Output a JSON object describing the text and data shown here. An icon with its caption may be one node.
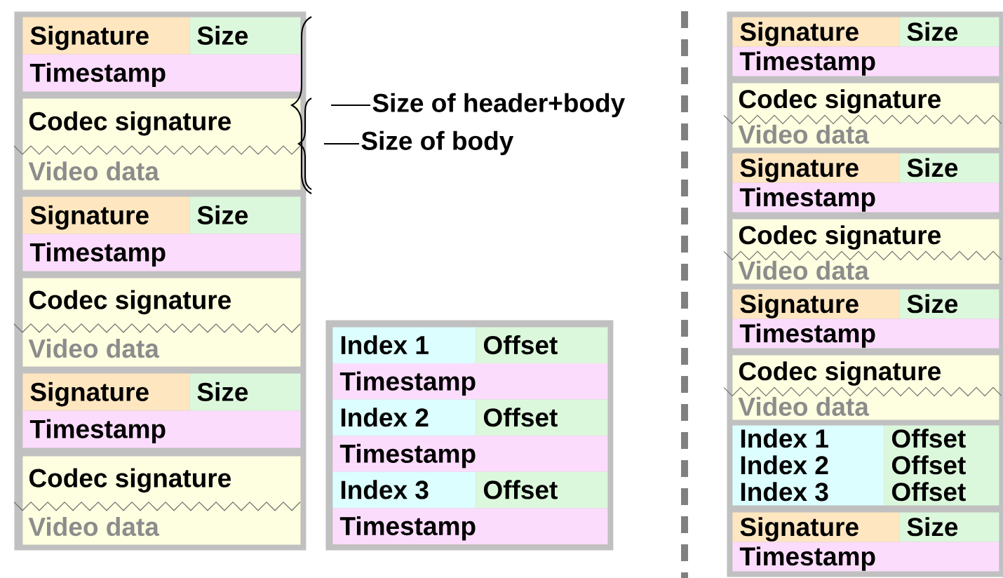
{
  "diagram": {
    "nodes": [
      {
        "text": [],
        "shape": "box"
      },
      {
        "text": [
          "Signature"
        ],
        "in": 0
      },
      {
        "text": [
          "Size"
        ],
        "in": 0
      },
      {
        "text": [
          "Timestamp"
        ],
        "in": 0
      },
      {
        "text": [
          "Codec signature",
          "Video data"
        ],
        "in": 0
      },
      {
        "text": [
          "Signature"
        ],
        "in": 0
      },
      {
        "text": [
          "Size"
        ],
        "in": 0
      },
      {
        "text": [
          "Timestamp"
        ],
        "in": 0
      },
      {
        "text": [
          "Codec signature",
          "Video data"
        ],
        "in": 0
      },
      {
        "text": [
          "Signature"
        ],
        "in": 0
      },
      {
        "text": [
          "Size"
        ],
        "in": 0
      },
      {
        "text": [
          "Timestamp"
        ],
        "in": 0
      },
      {
        "text": [
          "Codec signature",
          "Video data"
        ],
        "in": 0
      },
      {
        "text": [],
        "shape": "box"
      },
      {
        "text": [
          "Index 1"
        ],
        "in": 13
      },
      {
        "text": [
          "Offset"
        ],
        "in": 13
      },
      {
        "text": [
          "Timestamp"
        ],
        "in": 13
      },
      {
        "text": [
          "Index 2"
        ],
        "in": 13
      },
      {
        "text": [
          "Offset"
        ],
        "in": 13
      },
      {
        "text": [
          "Timestamp"
        ],
        "in": 13
      },
      {
        "text": [
          "Index 3"
        ],
        "in": 13
      },
      {
        "text": [
          "Offset"
        ],
        "in": 13
      },
      {
        "text": [
          "Timestamp"
        ],
        "in": 13
      },
      {
        "text": [],
        "shape": "box"
      },
      {
        "text": [
          "Signature"
        ],
        "in": 23
      },
      {
        "text": [
          "Size"
        ],
        "in": 23
      },
      {
        "text": [
          "Timestamp"
        ],
        "in": 23
      },
      {
        "text": [
          "Codec signature",
          "Video data"
        ],
        "in": 23
      },
      {
        "text": [
          "Signature"
        ],
        "in": 23
      },
      {
        "text": [
          "Size"
        ],
        "in": 23
      },
      {
        "text": [
          "Timestamp"
        ],
        "in": 23
      },
      {
        "text": [
          "Codec signature",
          "Video data"
        ],
        "in": 23
      },
      {
        "text": [
          "Signature"
        ],
        "in": 23
      },
      {
        "text": [
          "Size"
        ],
        "in": 23
      },
      {
        "text": [
          "Timestamp"
        ],
        "in": 23
      },
      {
        "text": [
          "Codec signature",
          "Video data"
        ],
        "in": 23
      },
      {
        "text": [
          "Index 1",
          "Index 2",
          "Index 3"
        ],
        "in": 23
      },
      {
        "text": [
          "Offset",
          "Offset",
          "Offset"
        ],
        "in": 23
      },
      {
        "text": [
          "Signature"
        ],
        "in": 23
      },
      {
        "text": [
          "Size"
        ],
        "in": 23
      },
      {
        "text": [
          "Timestamp"
        ],
        "in": 23
      }
    ],
    "labels": [
      "Size of header+body",
      "Size of body"
    ]
  }
}
